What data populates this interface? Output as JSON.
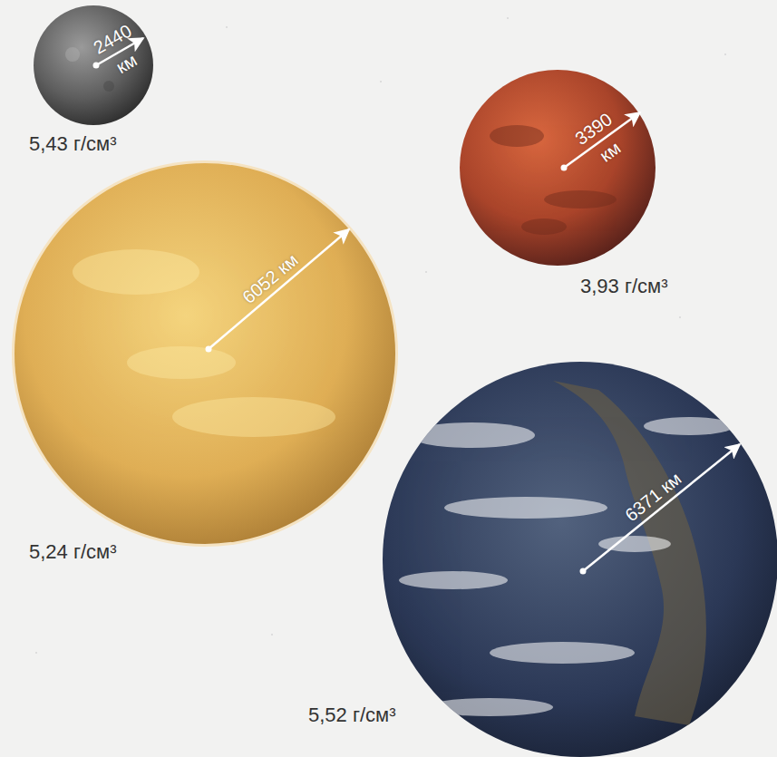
{
  "diagram": {
    "nodes": [
      {
        "text": [
          "2440 км",
          "5,43 г/см³"
        ]
      },
      {
        "text": [
          "3390 км",
          "3,93 г/см³"
        ]
      },
      {
        "text": [
          "6052 км",
          "5,24 г/см³"
        ]
      },
      {
        "text": [
          "6371 км",
          "5,52 г/см³"
        ]
      }
    ]
  }
}
